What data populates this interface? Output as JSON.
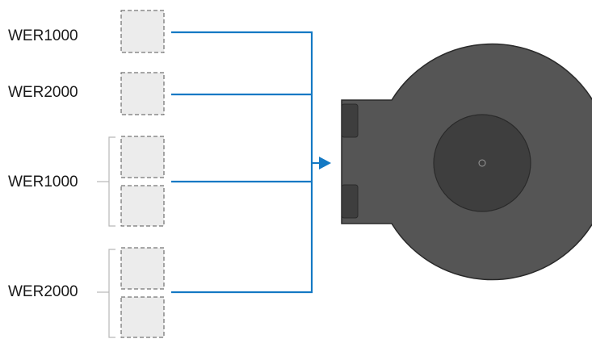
{
  "modules": [
    {
      "label": "WER1000",
      "slots": 1
    },
    {
      "label": "WER2000",
      "slots": 1
    },
    {
      "label": "WER1000",
      "slots": 2
    },
    {
      "label": "WER2000",
      "slots": 2
    }
  ],
  "colors": {
    "connector": "#1479c4",
    "slot_fill": "#ececec",
    "slot_border": "#555555",
    "bracket": "#b8b8b8",
    "unit_body": "#555555",
    "unit_dark": "#3e3e3e",
    "unit_outline": "#2a2a2a"
  },
  "icons": {
    "arrow": "arrow-right-icon",
    "device": "turntable-unit-icon"
  }
}
